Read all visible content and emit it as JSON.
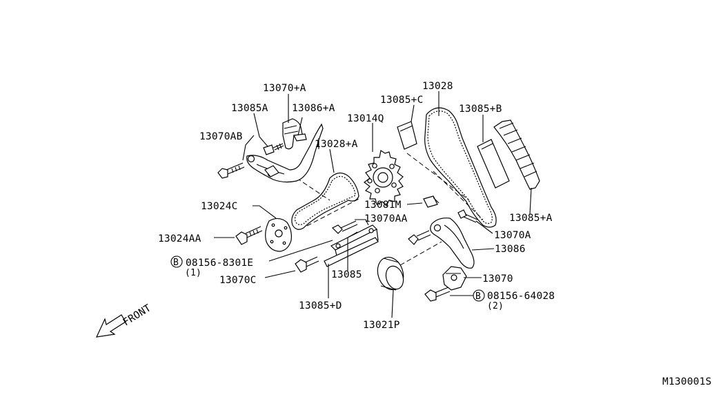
{
  "labels": {
    "l13070_a": "13070+A",
    "l13085a": "13085A",
    "l13086_a": "13086+A",
    "l13070ab": "13070AB",
    "l13028_a": "13028+A",
    "l13014q": "13014Q",
    "l13085_c": "13085+C",
    "l13028": "13028",
    "l13085_b": "13085+B",
    "l13024c": "13024C",
    "l13024aa": "13024AA",
    "l08156_8301e": "08156-8301E",
    "l08156_8301e_qty": "(1)",
    "l13070c": "13070C",
    "l13085_d": "13085+D",
    "l13085": "13085",
    "l13070aa": "13070AA",
    "l13081m": "13081M",
    "l13085_a": "13085+A",
    "l13070a": "13070A",
    "l13086": "13086",
    "l13070": "13070",
    "l08156_64028": "08156-64028",
    "l08156_64028_qty": "(2)",
    "l13021p": "13021P",
    "bolt_prefix": "B",
    "front": "FRONT",
    "diagram_code": "M130001S"
  }
}
